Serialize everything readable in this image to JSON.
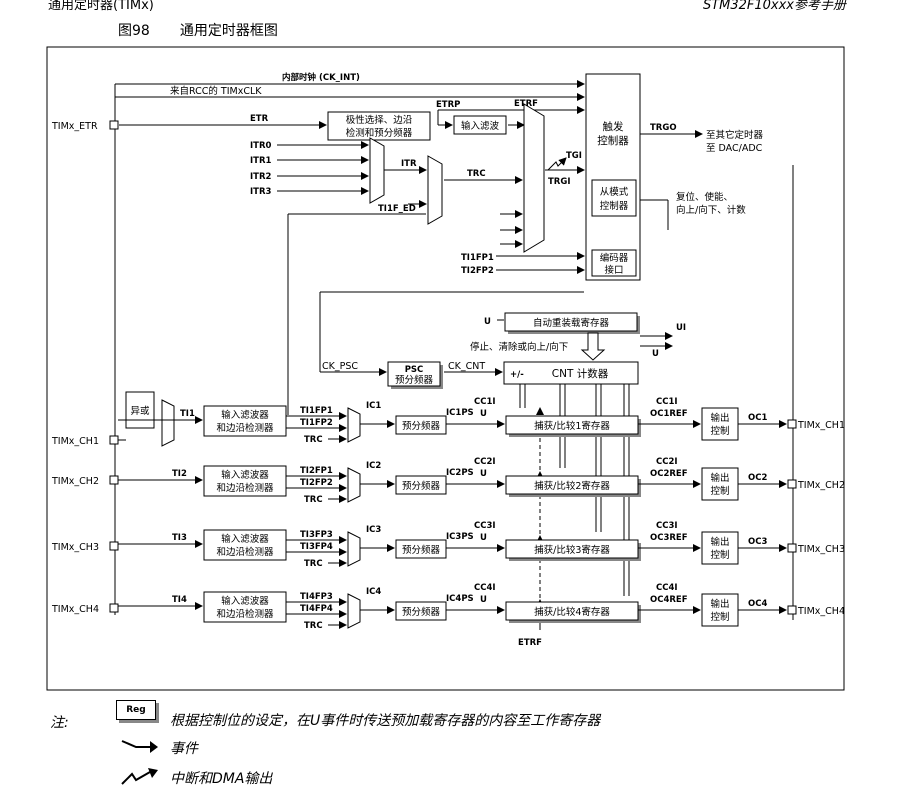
{
  "header": {
    "left": "通用定时器(TIMx)",
    "right": "STM32F10xxx参考手册"
  },
  "figure": {
    "number": "图98",
    "caption": "通用定时器框图"
  },
  "signals": {
    "ck_int": "内部时钟 (CK_INT)",
    "tim_clk": "来自RCC的 TIMxCLK",
    "etr_pin": "TIMx_ETR",
    "etr": "ETR",
    "etrp": "ETRP",
    "etrf": "ETRF",
    "itr": [
      "ITR0",
      "ITR1",
      "ITR2",
      "ITR3"
    ],
    "itr_mux": "ITR",
    "trc": "TRC",
    "ti1f_ed": "TI1F_ED",
    "tgi": "TGI",
    "trgi": "TRGI",
    "trgo": "TRGO",
    "ti1fp1": "TI1FP1",
    "ti2fp2": "TI2FP2",
    "ck_psc": "CK_PSC",
    "ck_cnt": "CK_CNT",
    "u": "U",
    "ui": "UI",
    "ti": [
      "TI1",
      "TI2",
      "TI3",
      "TI4"
    ],
    "ch_pins": [
      "TIMx_CH1",
      "TIMx_CH2",
      "TIMx_CH3",
      "TIMx_CH4"
    ],
    "tifp": [
      [
        "TI1FP1",
        "TI1FP2"
      ],
      [
        "TI2FP1",
        "TI2FP2"
      ],
      [
        "TI3FP3",
        "TI3FP4"
      ],
      [
        "TI4FP3",
        "TI4FP4"
      ]
    ],
    "ic": [
      "IC1",
      "IC2",
      "IC3",
      "IC4"
    ],
    "icps": [
      "IC1PS",
      "IC2PS",
      "IC3PS",
      "IC4PS"
    ],
    "cci": [
      "CC1I",
      "CC2I",
      "CC3I",
      "CC4I"
    ],
    "ocref": [
      "OC1REF",
      "OC2REF",
      "OC3REF",
      "OC4REF"
    ],
    "oc": [
      "OC1",
      "OC2",
      "OC3",
      "OC4"
    ]
  },
  "blocks": {
    "polarity": [
      "极性选择、边沿",
      "检测和预分频器"
    ],
    "input_filter": "输入滤波",
    "trigger_ctrl": [
      "触发",
      "控制器"
    ],
    "slave_ctrl": [
      "从模式",
      "控制器"
    ],
    "encoder": [
      "编码器",
      "接口"
    ],
    "to_other": [
      "至其它定时器",
      "至 DAC/ADC"
    ],
    "reset_info": [
      "复位、使能、",
      "向上/向下、计数"
    ],
    "autoreload": "自动重装载寄存器",
    "counter_ctrl": "停止、清除或向上/向下",
    "psc": [
      "PSC",
      "预分频器"
    ],
    "cnt_sign": "+/-",
    "cnt": "CNT 计数器",
    "xor": "异或",
    "filter_edge": [
      "输入滤波器",
      "和边沿检测器"
    ],
    "prescaler": "预分频器",
    "capcomp": [
      "捕获/比较1寄存器",
      "捕获/比较2寄存器",
      "捕获/比较3寄存器",
      "捕获/比较4寄存器"
    ],
    "out_ctrl": [
      "输出",
      "控制"
    ]
  },
  "notes": {
    "label": "注:",
    "reg": "Reg",
    "reg_text": "根据控制位的设定，在U事件时传送预加载寄存器的内容至工作寄存器",
    "event_text": "事件",
    "interrupt_text": "中断和DMA输出"
  }
}
